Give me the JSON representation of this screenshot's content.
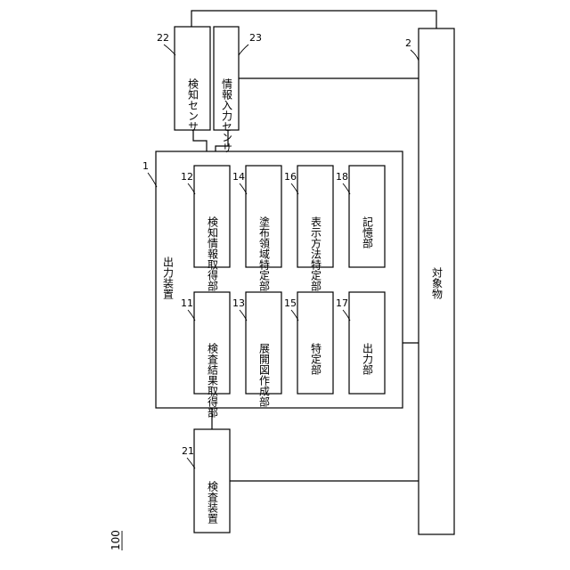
{
  "figure_label": "100",
  "output_device": {
    "label": "出力装置",
    "number": "1"
  },
  "target_object": {
    "label": "対象物",
    "number": "2"
  },
  "inspection_device": {
    "label": "検査装置",
    "number": "21"
  },
  "detection_sensor": {
    "label": "検知センサ",
    "number": "22"
  },
  "info_input_sensor": {
    "label": "情報入力センサ",
    "number": "23"
  },
  "units": [
    {
      "label": "検査結果取得部",
      "number": "11"
    },
    {
      "label": "検知情報取得部",
      "number": "12"
    },
    {
      "label": "展開図作成部",
      "number": "13"
    },
    {
      "label": "塗布領域特定部",
      "number": "14"
    },
    {
      "label": "特定部",
      "number": "15"
    },
    {
      "label": "表示方法特定部",
      "number": "16"
    },
    {
      "label": "出力部",
      "number": "17"
    },
    {
      "label": "記憶部",
      "number": "18"
    }
  ]
}
